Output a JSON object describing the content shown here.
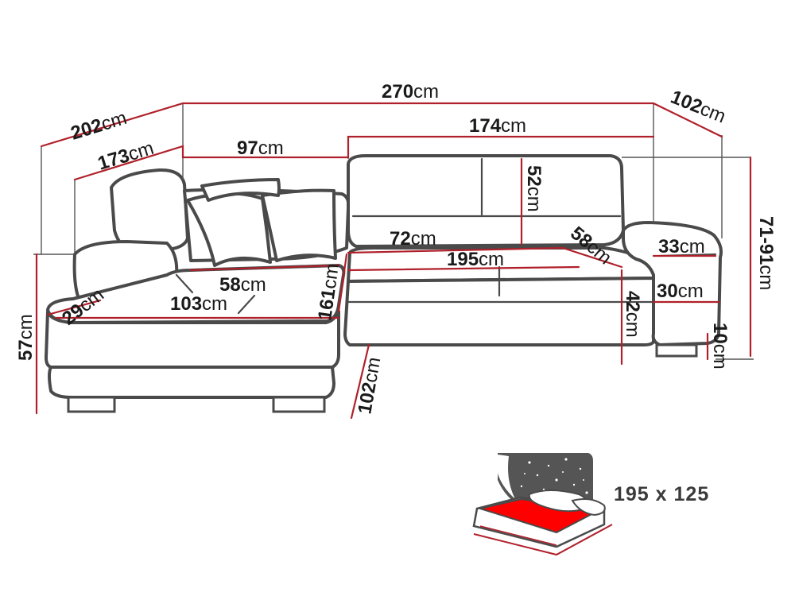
{
  "unit": "cm",
  "dimensions": {
    "total_width": "270",
    "left_depth_total": "202",
    "left_depth_inner": "173",
    "chaise_back_width": "97",
    "right_back_width": "174",
    "right_depth": "102",
    "back_cushion_height": "52",
    "right_seat_width": "72",
    "main_seat_width": "195",
    "seat_depth_right": "58",
    "armrest_width": "33",
    "armrest_height": "30",
    "total_height": "71-91",
    "seat_height": "42",
    "leg_height": "10",
    "chaise_height": "57",
    "left_armrest_width": "29",
    "chaise_seat_depth": "58",
    "chaise_width": "103",
    "chaise_length": "161",
    "chaise_front_depth": "102"
  },
  "bed": {
    "label": "195 x 125",
    "icon": "sleeping-function-icon",
    "mattress_color": "#ff0000"
  },
  "colors": {
    "dimension_line": "#b0202a",
    "outline": "#4a4a4a",
    "night_sky": "#555555"
  }
}
